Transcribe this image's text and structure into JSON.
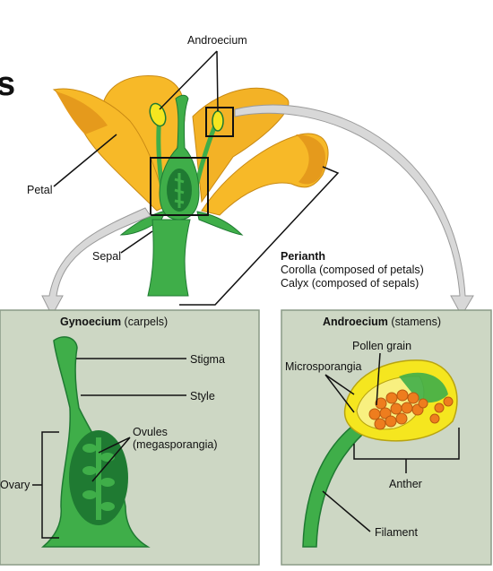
{
  "cropped_heading_char": "s",
  "labels": {
    "androecium_top": "Androecium",
    "petal": "Petal",
    "sepal": "Sepal",
    "perianth_title": "Perianth",
    "perianth_corolla": "Corolla (composed of petals)",
    "perianth_calyx": "Calyx (composed of sepals)"
  },
  "gyno_panel": {
    "title_bold": "Gynoecium",
    "title_rest": " (carpels)",
    "stigma": "Stigma",
    "style": "Style",
    "ovules_line1": "Ovules",
    "ovules_line2": "(megasporangia)",
    "ovary": "Ovary"
  },
  "andro_panel": {
    "title_bold": "Androecium",
    "title_rest": " (stamens)",
    "pollen_grain": "Pollen grain",
    "microsporangia": "Microsporangia",
    "anther": "Anther",
    "filament": "Filament"
  },
  "colors": {
    "petal_yellow": "#f7b928",
    "petal_shadow": "#e59a1c",
    "stem_green": "#3fae49",
    "dark_green": "#1f7a32",
    "panel_bg": "#cdd7c4",
    "panel_border": "#8a9a86",
    "anther_yellow": "#f5e61f",
    "pollen_orange": "#ee7d1e"
  }
}
